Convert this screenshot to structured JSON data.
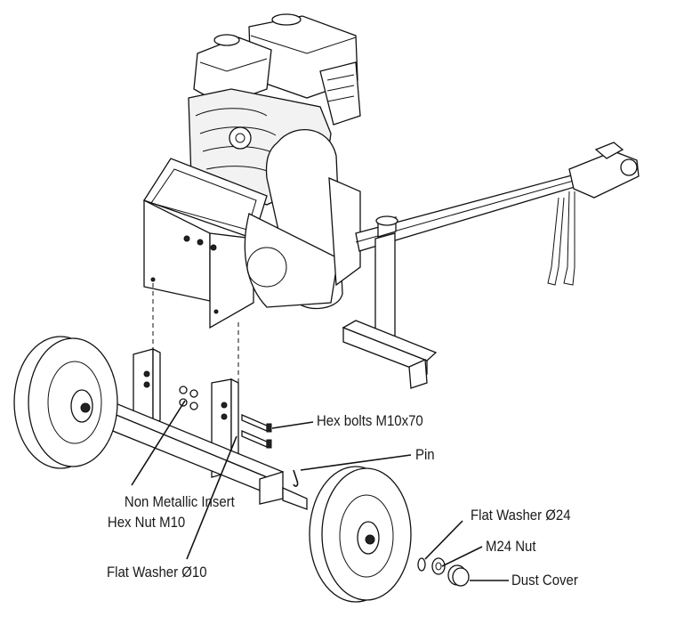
{
  "labels": {
    "hex_bolts": "Hex bolts M10x70",
    "pin": "Pin",
    "nylock_line1": "Non Metallic Insert",
    "nylock_line2": "Hex Nut M10",
    "flat_washer_10": "Flat Washer Ø10",
    "flat_washer_24": "Flat Washer Ø24",
    "m24_nut": "M24 Nut",
    "dust_cover": "Dust Cover"
  }
}
